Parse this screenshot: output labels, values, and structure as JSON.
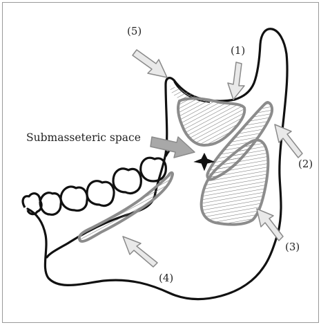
{
  "figure": {
    "labels": {
      "submasseteric": "Submasseteric space",
      "l1": "(1)",
      "l2": "(2)",
      "l3": "(3)",
      "l4": "(4)",
      "l5": "(5)"
    },
    "colors": {
      "outline": "#111111",
      "arrow_fill": "#e9e9e9",
      "arrow_stroke": "#8a8a8a",
      "dark_arrow": "#a8a8a8",
      "region_stroke": "#8c8c8c",
      "hatch": "#777777",
      "frame": "#999999"
    }
  }
}
